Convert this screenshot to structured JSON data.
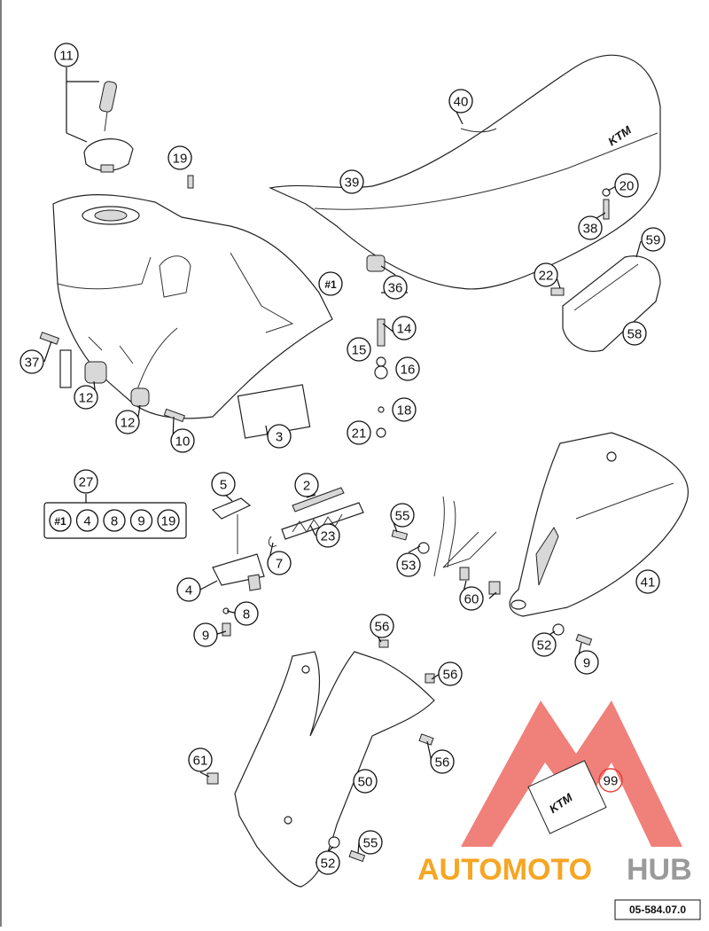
{
  "diagram": {
    "callouts": [
      {
        "id": "c11",
        "label": "11"
      },
      {
        "id": "c19a",
        "label": "19"
      },
      {
        "id": "c40",
        "label": "40"
      },
      {
        "id": "c39",
        "label": "39"
      },
      {
        "id": "c20",
        "label": "20"
      },
      {
        "id": "c38",
        "label": "38"
      },
      {
        "id": "c59",
        "label": "59"
      },
      {
        "id": "c22",
        "label": "22"
      },
      {
        "id": "c58",
        "label": "58"
      },
      {
        "id": "c1",
        "label": "#1"
      },
      {
        "id": "c36",
        "label": "36"
      },
      {
        "id": "c14",
        "label": "14"
      },
      {
        "id": "c15",
        "label": "15"
      },
      {
        "id": "c16",
        "label": "16"
      },
      {
        "id": "c18",
        "label": "18"
      },
      {
        "id": "c21",
        "label": "21"
      },
      {
        "id": "c37",
        "label": "37"
      },
      {
        "id": "c12a",
        "label": "12"
      },
      {
        "id": "c12b",
        "label": "12"
      },
      {
        "id": "c10",
        "label": "10"
      },
      {
        "id": "c3",
        "label": "3"
      },
      {
        "id": "c27",
        "label": "27"
      },
      {
        "id": "c5",
        "label": "5"
      },
      {
        "id": "c2",
        "label": "2"
      },
      {
        "id": "c23",
        "label": "23"
      },
      {
        "id": "c7",
        "label": "7"
      },
      {
        "id": "c4",
        "label": "4"
      },
      {
        "id": "c8",
        "label": "8"
      },
      {
        "id": "c9a",
        "label": "9"
      },
      {
        "id": "c55a",
        "label": "55"
      },
      {
        "id": "c53",
        "label": "53"
      },
      {
        "id": "c60",
        "label": "60"
      },
      {
        "id": "c41",
        "label": "41"
      },
      {
        "id": "c52a",
        "label": "52"
      },
      {
        "id": "c9b",
        "label": "9"
      },
      {
        "id": "c56a",
        "label": "56"
      },
      {
        "id": "c56b",
        "label": "56"
      },
      {
        "id": "c56c",
        "label": "56"
      },
      {
        "id": "c61",
        "label": "61"
      },
      {
        "id": "c50",
        "label": "50"
      },
      {
        "id": "c55b",
        "label": "55"
      },
      {
        "id": "c52b",
        "label": "52"
      },
      {
        "id": "c99",
        "label": "99"
      }
    ],
    "kit_27": [
      "#1",
      "4",
      "8",
      "9",
      "19"
    ],
    "seat_logo": "KTM",
    "sticker_logo": "KTM",
    "watermark": {
      "part1": "AUTOMOTO",
      "part2": "HUB"
    },
    "drawing_number": "05-584.07.0",
    "colors": {
      "watermark_red": "#e8382f",
      "watermark_orange": "#f5a623",
      "watermark_gray": "#9a9a9a"
    }
  }
}
